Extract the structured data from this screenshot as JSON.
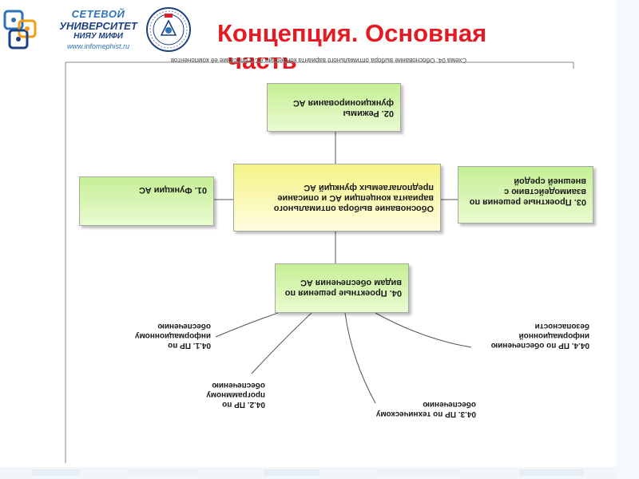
{
  "header": {
    "logo": {
      "line1": "СЕТЕВОЙ",
      "line2": "УНИВЕРСИТЕТ",
      "line3": "НИЯУ МИФИ",
      "line4": "www.infomephist.ru"
    },
    "title": "Концепция. Основная",
    "title_tail": "часть"
  },
  "diagram": {
    "strip_text": "Схема 04. Обоснование выбора оптимального варианта концепции АС и описание её компонентов",
    "nodes": {
      "center": "Обоснование выбора оптимального варианта концепции АС и описание предполагаемых функций АС",
      "top": "02. Режимы функционирования АС",
      "left": "01. Функции АС",
      "right": "03. Проектные решения по взаимодействию с внешней средой",
      "bottom": "04. Проектные решения по видам обеспечения АС"
    },
    "leaves": [
      "04.1. ПР по информационному обеспечению",
      "04.2. ПР по программному обеспечению",
      "04.3. ПР по техническому обеспечению",
      "04.4. ПР по обеспечению информационной безопасности"
    ]
  },
  "colors": {
    "title": "#e31b23",
    "node_green": "#c6ef95",
    "node_yellow": "#f4f385",
    "logo_blue": "#2e73b8",
    "logo_dark": "#1d3f84",
    "logo_orange": "#f39c12"
  }
}
